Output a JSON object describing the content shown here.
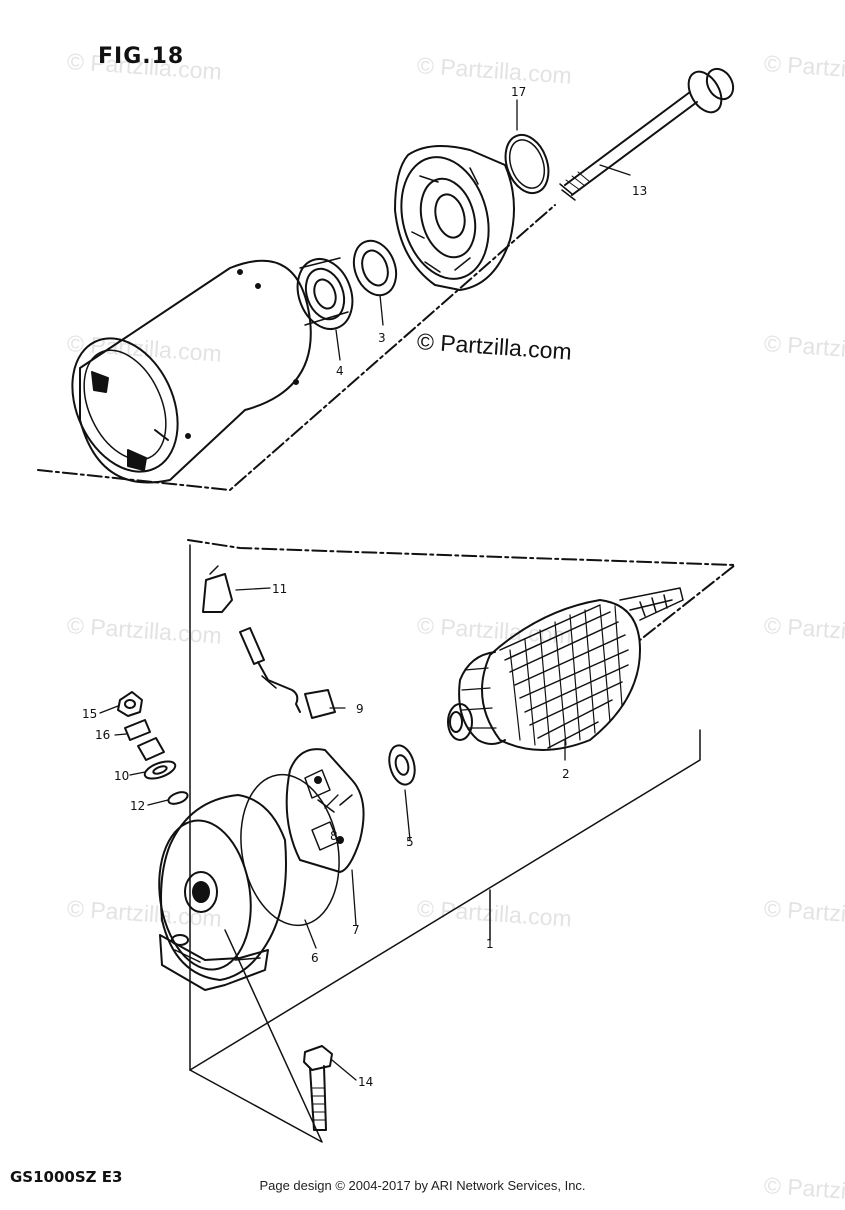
{
  "figure": {
    "title": "FIG.18",
    "model_code": "GS1000SZ  E3"
  },
  "watermark": {
    "main": "© Partzilla.com",
    "repeat": "© Partzilla.com"
  },
  "footer": {
    "text": "Page design © 2004-2017 by ARI Network Services, Inc."
  },
  "callouts": {
    "c1": "1",
    "c2": "2",
    "c3": "3",
    "c4": "4",
    "c5": "5",
    "c6": "6",
    "c7": "7",
    "c8": "8",
    "c9": "9",
    "c10": "10",
    "c11": "11",
    "c12": "12",
    "c13": "13",
    "c14": "14",
    "c15": "15",
    "c16": "16",
    "c17": "17"
  },
  "colors": {
    "ink": "#111111",
    "watermark": "#e3e3e3",
    "background": "#ffffff"
  }
}
